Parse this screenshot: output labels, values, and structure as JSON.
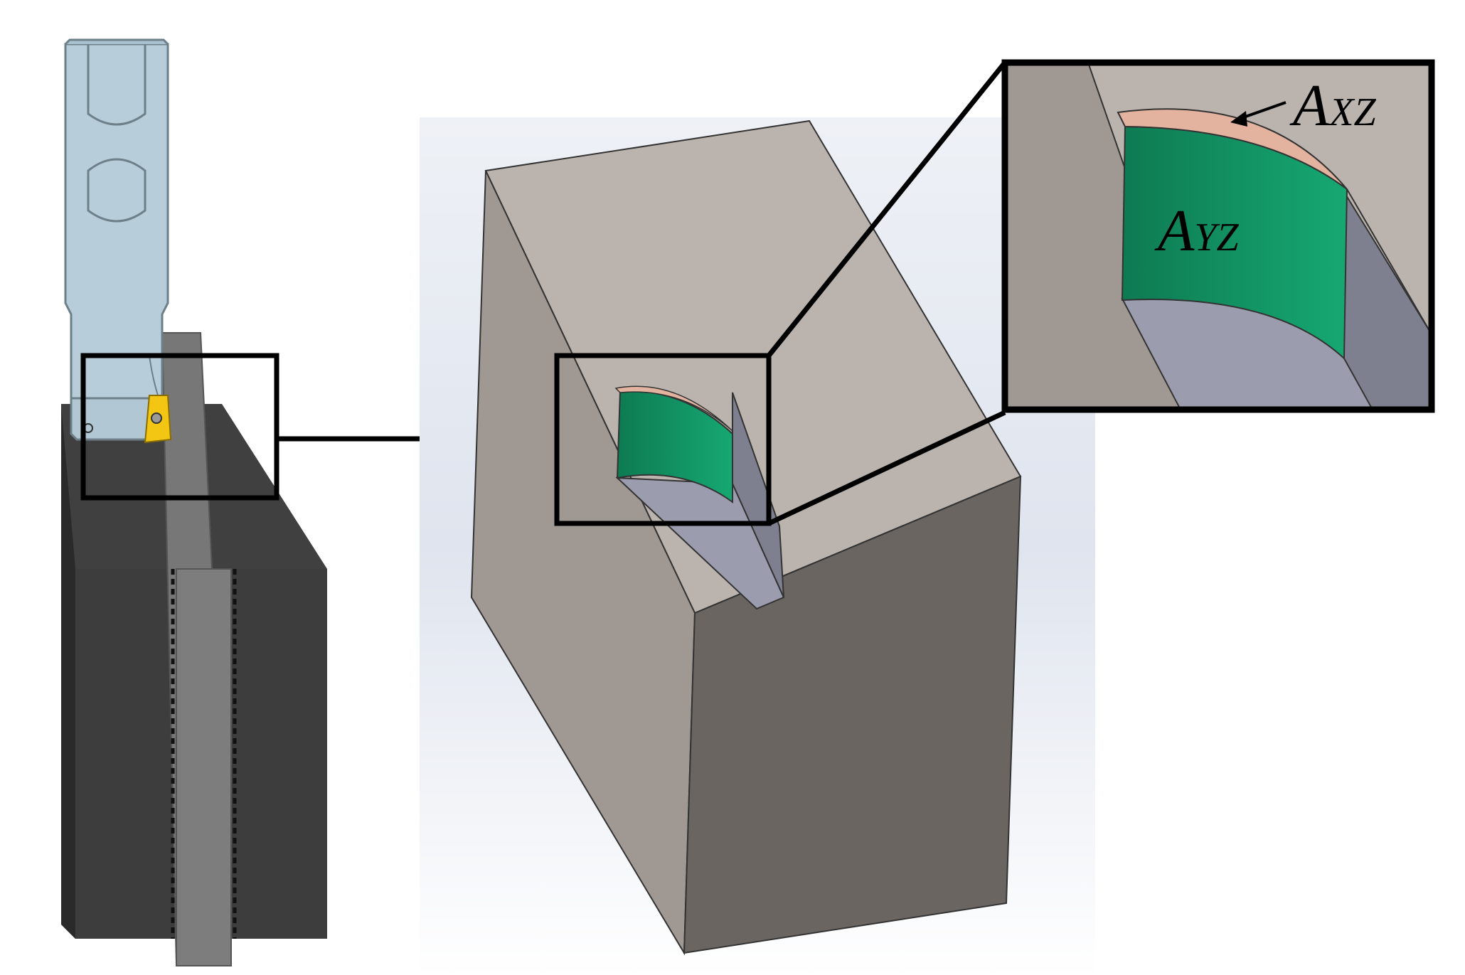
{
  "labels": {
    "area_xz": {
      "main": "A",
      "sub": "XZ"
    },
    "area_yz": {
      "main": "A",
      "sub": "YZ"
    }
  },
  "colors": {
    "tool_body": "#b7cdd9",
    "tool_outline": "#6d7f89",
    "insert": "#f3c613",
    "fixture_dark": "#404040",
    "fixture_mid": "#2f2f2f",
    "guide_bar": "#7a7a7a",
    "block_top": "#bbb3ad",
    "block_left": "#a09892",
    "block_right": "#6a6561",
    "pocket_floor": "#9b9dae",
    "pocket_wall": "#7e7f8f",
    "machined_yz": "#129a6a",
    "machined_xz": "#e3b3a0",
    "frame": "#000000"
  },
  "icons": [
    "end-mill-icon",
    "cutting-insert-icon",
    "workpiece-block-icon",
    "arrow-right-icon"
  ]
}
